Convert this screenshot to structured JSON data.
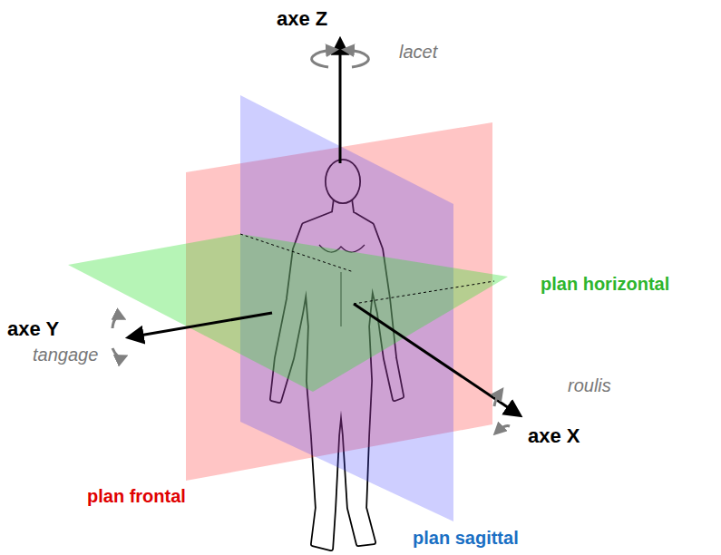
{
  "diagram": {
    "labels": [
      "axe Z",
      "lacet",
      "plan horizontal",
      "axe Y",
      "tangage",
      "roulis",
      "axe X",
      "plan frontal",
      "plan sagittal"
    ]
  }
}
